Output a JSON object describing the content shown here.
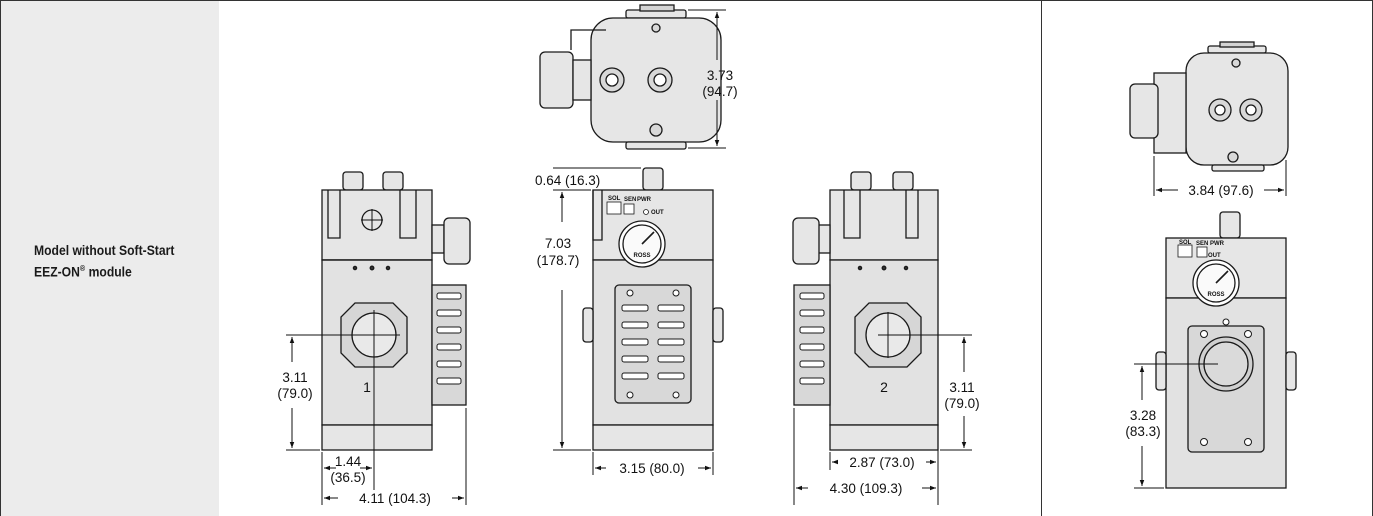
{
  "row_label": {
    "line1": "Model without Soft-Start",
    "line2_prefix": "EEZ-ON",
    "line2_mark": "®",
    "line2_suffix": " module"
  },
  "views": {
    "top_view_a": {
      "height_in": "3.73",
      "height_mm": "(94.7)"
    },
    "left_side": {
      "port_tag": "1",
      "port_height_in": "3.11",
      "port_height_mm": "(79.0)",
      "port_offset_in": "1.44",
      "port_offset_mm": "(36.5)",
      "overall_width": "4.11 (104.3)"
    },
    "front": {
      "top_offset": "0.64 (16.3)",
      "height_in": "7.03",
      "height_mm": "(178.7)",
      "width": "3.15 (80.0)",
      "legend_sol": "SOL",
      "legend_sen": "SEN",
      "legend_pwr": "PWR",
      "legend_out": "OUT",
      "brand": "ROSS"
    },
    "right_side": {
      "port_tag": "2",
      "port_height_in": "3.11",
      "port_height_mm": "(79.0)",
      "port_offset": "2.87 (73.0)",
      "overall_width": "4.30 (109.3)"
    },
    "top_view_b": {
      "width": "3.84 (97.6)"
    },
    "front_b": {
      "port_height_in": "3.28",
      "port_height_mm": "(83.3)",
      "legend_sol": "SOL",
      "legend_sen": "SEN",
      "legend_pwr": "PWR",
      "legend_out": "OUT",
      "brand": "ROSS"
    }
  },
  "colors": {
    "body": "#e6e6e6",
    "body_dark": "#cfcfcf",
    "line": "#1a1a1a",
    "label_bg": "#ececec"
  }
}
